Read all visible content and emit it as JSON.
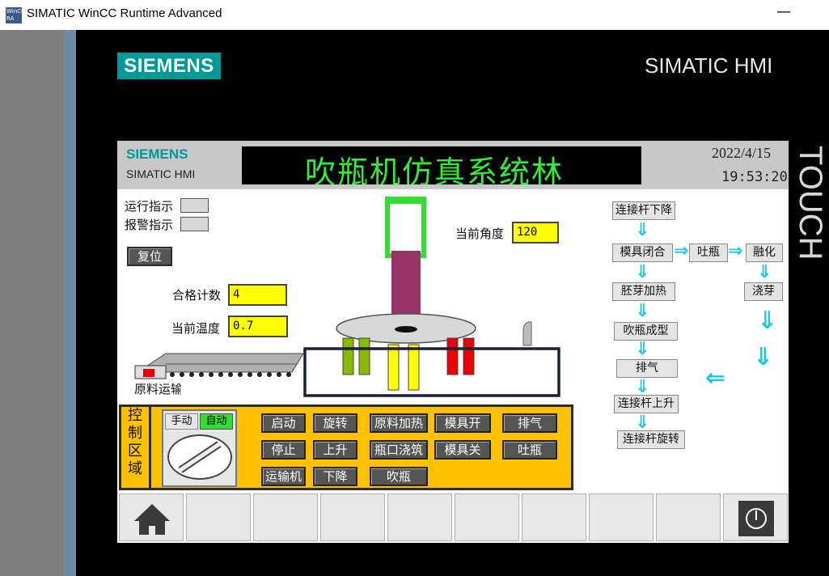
{
  "window": {
    "title": "SIMATIC WinCC Runtime Advanced",
    "icon_text": "WinCC RA",
    "minimize_glyph": "—"
  },
  "bezel": {
    "brand": "SIEMENS",
    "product": "SIMATIC HMI",
    "touch": "TOUCH"
  },
  "header": {
    "brand": "SIEMENS",
    "product": "SIMATIC HMI",
    "banner": "吹瓶机仿真系统林",
    "date": "2022/4/15",
    "time": "19:53:20"
  },
  "status": {
    "run_label": "运行指示",
    "alarm_label": "报警指示",
    "reset_button": "复位"
  },
  "values": {
    "count_label": "合格计数",
    "count_value": "4",
    "temp_label": "当前温度",
    "temp_value": "0.7",
    "angle_label": "当前角度",
    "angle_value": "120"
  },
  "conveyor": {
    "label": "原料运输"
  },
  "control": {
    "side_label": [
      "控",
      "制",
      "区",
      "域"
    ],
    "mode_manual": "手动",
    "mode_auto": "自动",
    "buttons": {
      "start": "启动",
      "rotate": "旋转",
      "heat": "原料加热",
      "mold_open": "模具开",
      "exhaust": "排气",
      "stop": "停止",
      "up": "上升",
      "neck_cast": "瓶口浇筑",
      "mold_close": "模具关",
      "eject": "吐瓶",
      "conveyor": "运输机",
      "down": "下降",
      "blow": "吹瓶"
    }
  },
  "flow": {
    "rod_down": "连接杆下降",
    "mold_close": "模具闭合",
    "eject": "吐瓶",
    "melt": "融化",
    "preform_heat": "胚芽加热",
    "pour": "浇芽",
    "blow_form": "吹瓶成型",
    "exhaust": "排气",
    "rod_up": "连接杆上升",
    "rod_rotate": "连接杆旋转"
  },
  "colors": {
    "screen_header": "#c8c8c8",
    "banner_text": "#33ee33",
    "brand_teal": "#009999",
    "control_bg": "#ffc000",
    "io_field": "#ffff00",
    "arrow": "#18c8e8",
    "mold_green": "#33dd33",
    "rod": "#993366",
    "finger_olive": "#88bb00",
    "finger_yellow": "#ffff00",
    "finger_red": "#ee0000"
  },
  "function_keys": {
    "home_icon": "home-icon",
    "power_icon": "power-icon"
  }
}
